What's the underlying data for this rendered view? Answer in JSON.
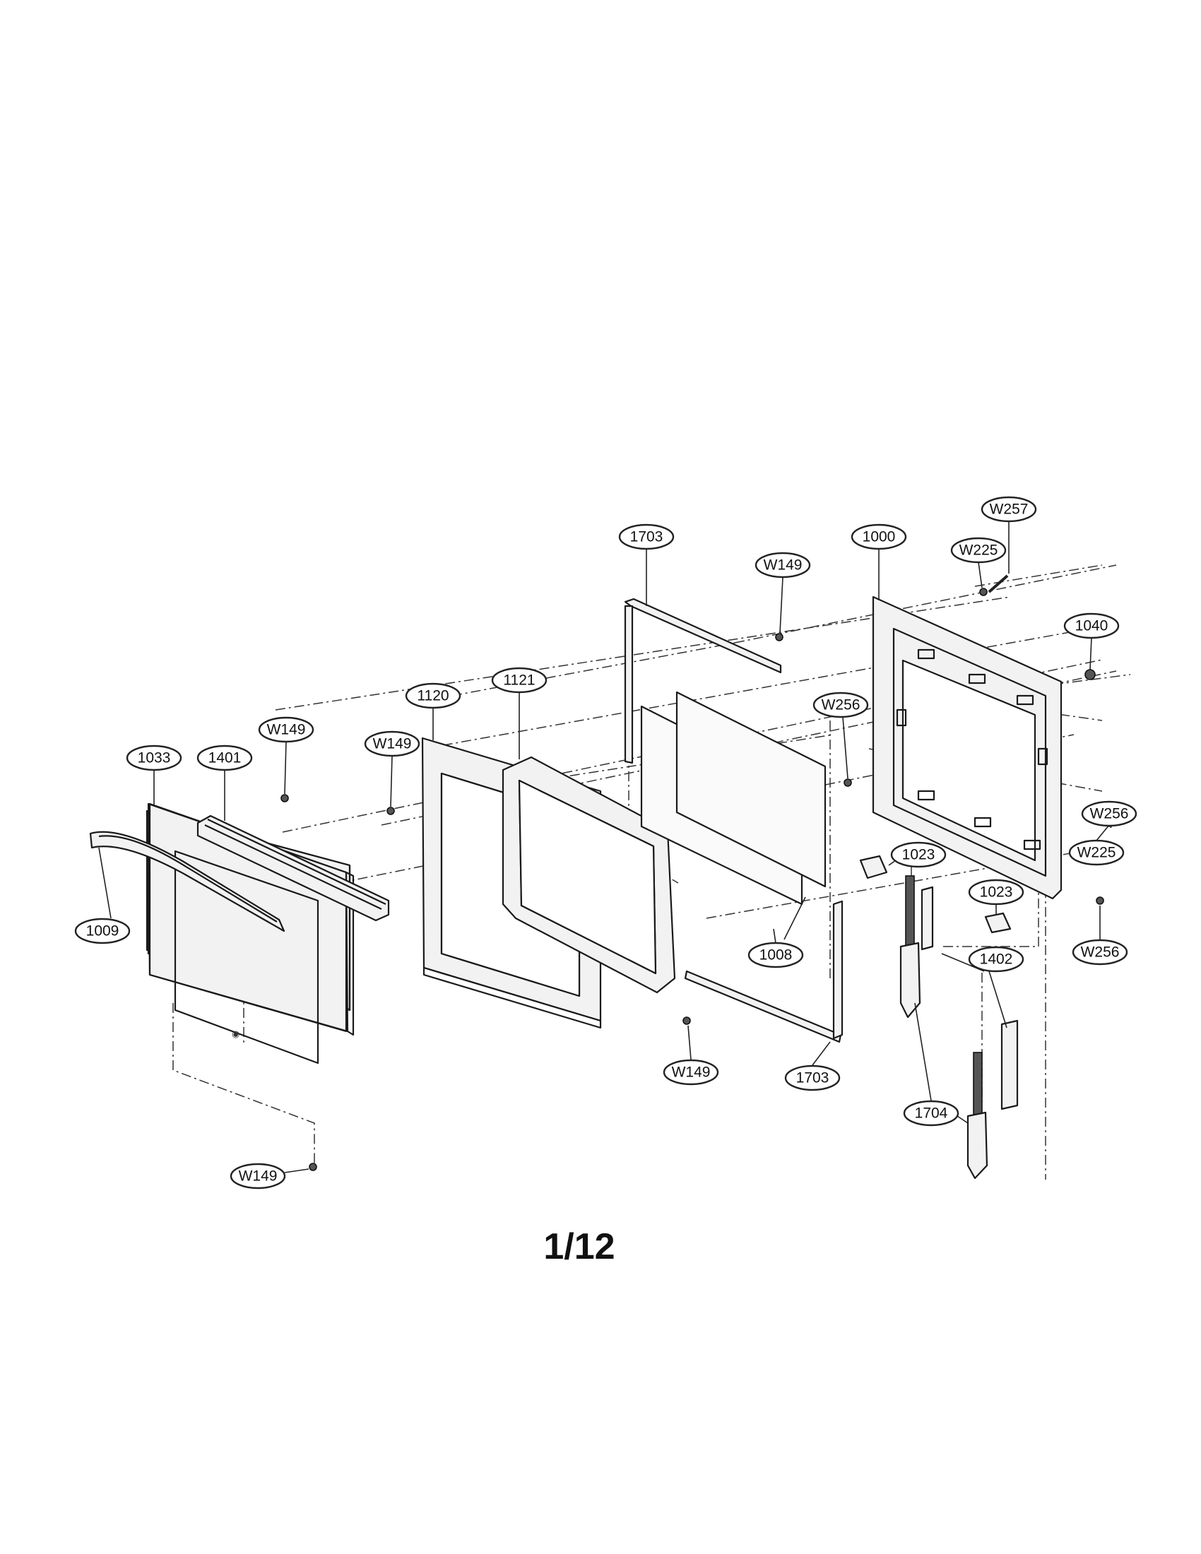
{
  "page_number": "1/12",
  "callouts": {
    "c1703_top": "1703",
    "cW149_top": "W149",
    "c1000": "1000",
    "cW225_top": "W225",
    "cW257": "W257",
    "c1040": "1040",
    "c1120": "1120",
    "c1121": "1121",
    "cW256_mid": "W256",
    "c1033": "1033",
    "c1401": "1401",
    "cW149_a": "W149",
    "cW149_b": "W149",
    "cW256_right": "W256",
    "c1023_a": "1023",
    "cW225_right": "W225",
    "c1009": "1009",
    "c1023_b": "1023",
    "c1008": "1008",
    "c1402": "1402",
    "cW256_bottom": "W256",
    "cW149_bottom_mid": "W149",
    "c1703_bottom": "1703",
    "c1704": "1704",
    "cW149_bottom_left": "W149"
  }
}
